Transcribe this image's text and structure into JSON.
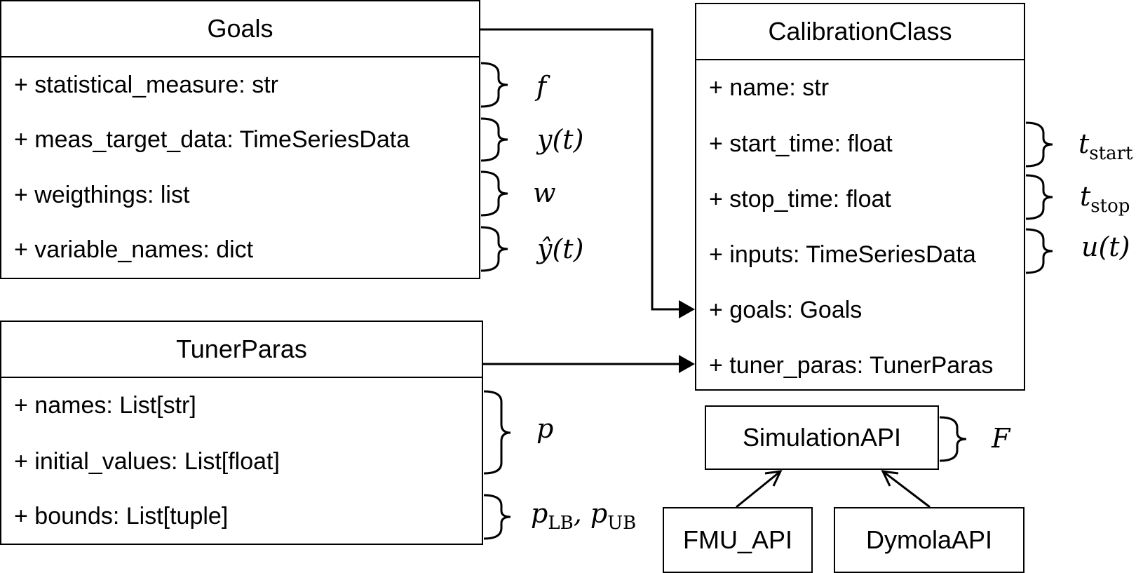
{
  "goals": {
    "title": "Goals",
    "attributes": [
      "+ statistical_measure: str",
      "+ meas_target_data: TimeSeriesData",
      "+ weigthings: list",
      "+ variable_names: dict"
    ]
  },
  "tuner": {
    "title": "TunerParas",
    "attributes": [
      "+ names: List[str]",
      "+ initial_values: List[float]",
      "+ bounds: List[tuple]"
    ]
  },
  "calib": {
    "title": "CalibrationClass",
    "attributes": [
      "+ name: str",
      "+ start_time: float",
      "+ stop_time: float",
      "+ inputs: TimeSeriesData",
      "+ goals: Goals",
      "+ tuner_paras: TunerParas"
    ]
  },
  "sim": {
    "title": "SimulationAPI"
  },
  "fmu": {
    "title": "FMU_API"
  },
  "dymola": {
    "title": "DymolaAPI"
  },
  "symbols": {
    "f": "f",
    "y": "y(t)",
    "w": "w",
    "yhat": "ŷ(t)",
    "p": "p",
    "p_lb": "p",
    "p_lb_sub": "LB",
    "p_sep": ", ",
    "p_ub": "p",
    "p_ub_sub": "UB",
    "t_start": "t",
    "t_start_sub": "start",
    "t_stop": "t",
    "t_stop_sub": "stop",
    "u": "u(t)",
    "F": "F"
  }
}
